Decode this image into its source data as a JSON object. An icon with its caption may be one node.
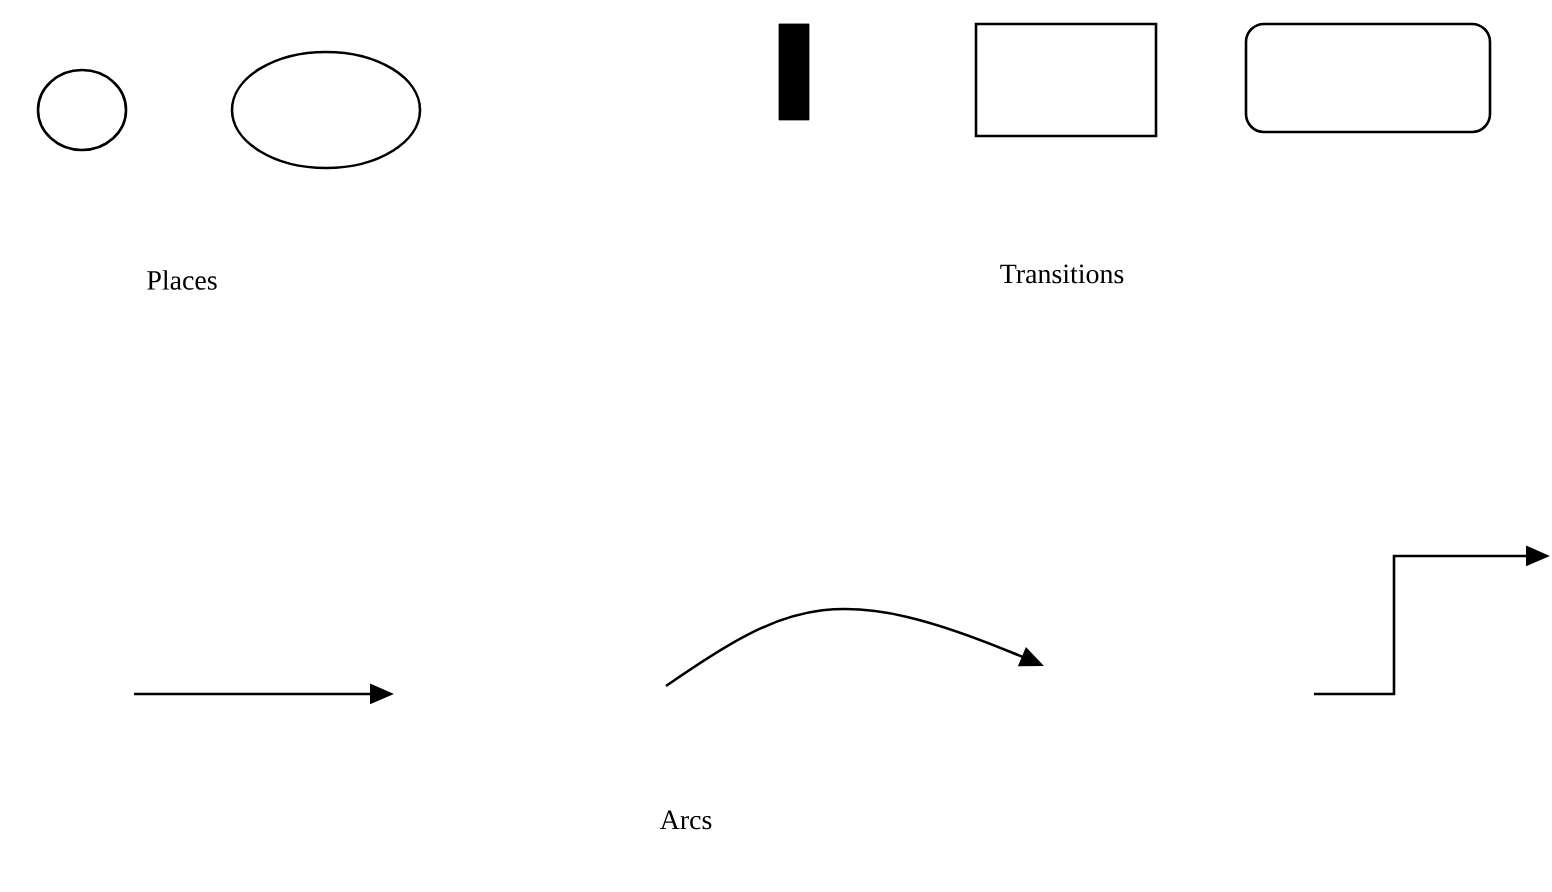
{
  "diagram": {
    "nodes": [
      {
        "text": [],
        "shape": "circle"
      },
      {
        "text": [],
        "shape": "ellipse"
      },
      {
        "text": [],
        "shape": "bar"
      },
      {
        "text": [],
        "shape": "box"
      },
      {
        "text": [],
        "shape": "box"
      }
    ],
    "labels": [
      "Places",
      "Transitions",
      "Arcs"
    ]
  }
}
